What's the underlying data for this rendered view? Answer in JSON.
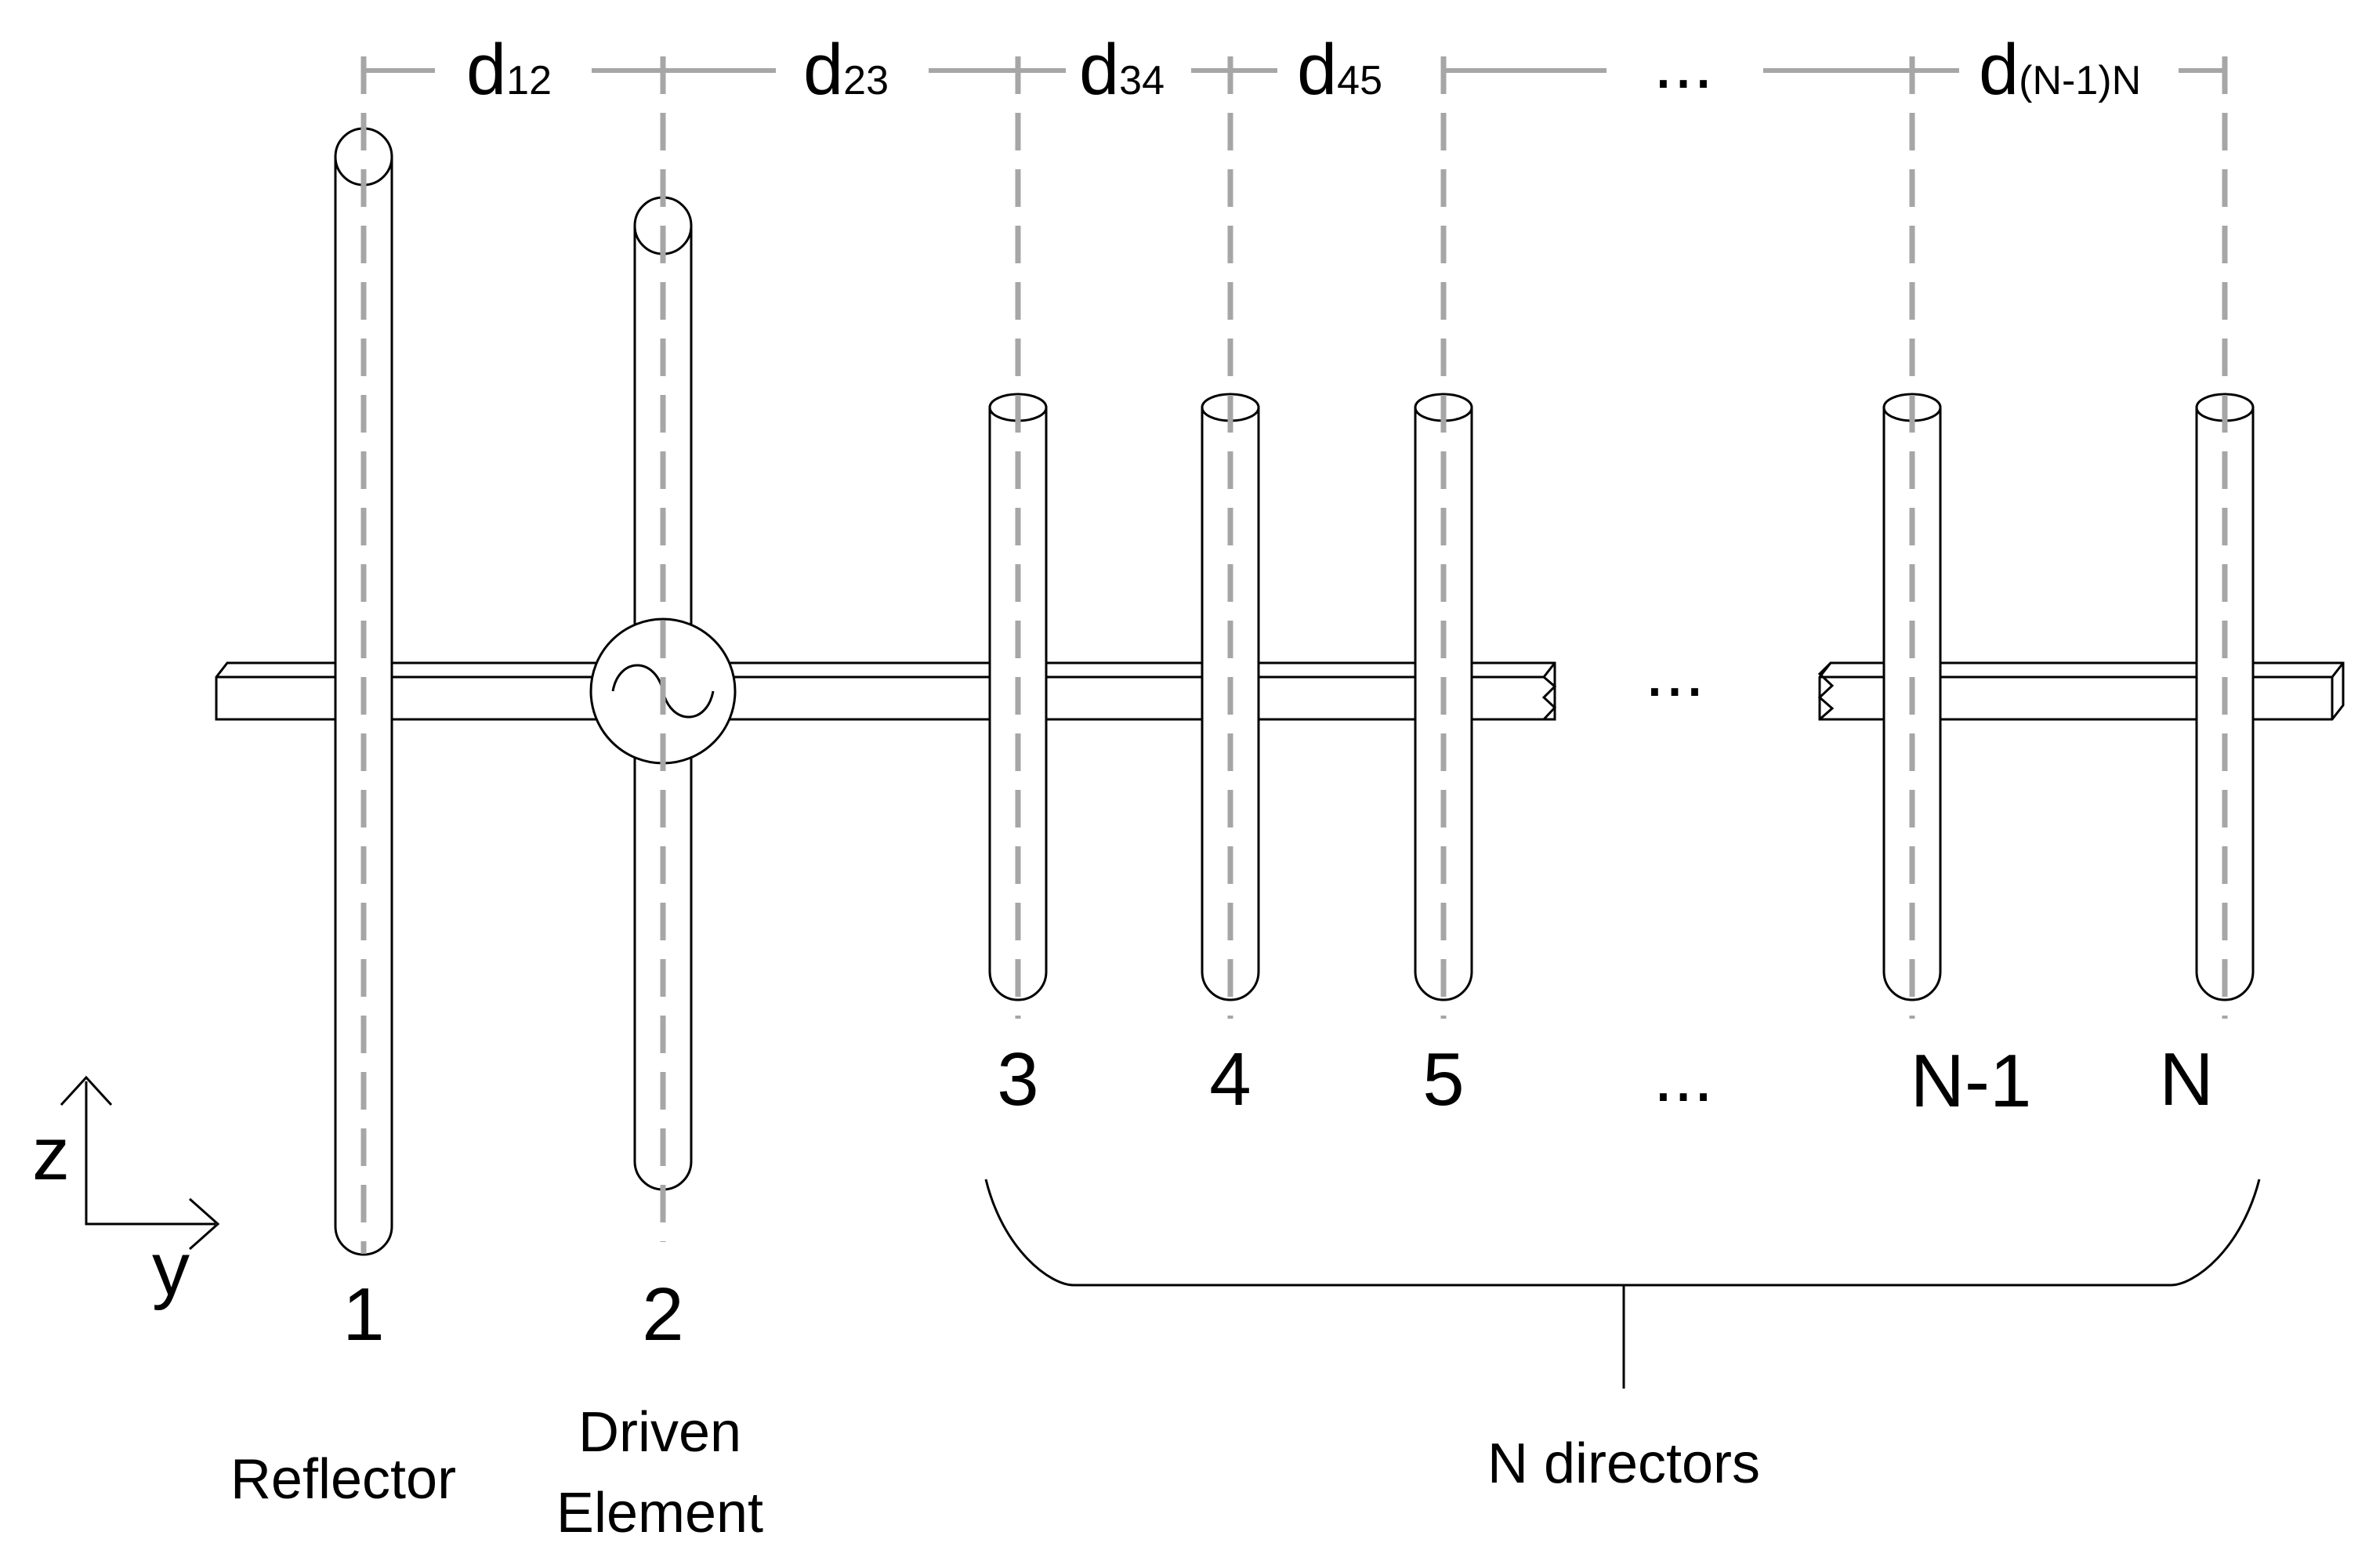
{
  "elements": [
    {
      "number": "1"
    },
    {
      "number": "2"
    },
    {
      "number": "3"
    },
    {
      "number": "4"
    },
    {
      "number": "5"
    },
    {
      "number": "N-1"
    },
    {
      "number": "N"
    }
  ],
  "element_ellipsis": "...",
  "boom_ellipsis": "...",
  "spacings": [
    {
      "main": "d",
      "sub": "12"
    },
    {
      "main": "d",
      "sub": "23"
    },
    {
      "main": "d",
      "sub": "34"
    },
    {
      "main": "d",
      "sub": "45"
    },
    {
      "main": "d",
      "sub": "(N-1)N"
    }
  ],
  "spacing_ellipsis": "...",
  "captions": {
    "reflector": "Reflector",
    "driven_line1": "Driven",
    "driven_line2": "Element",
    "directors": "N directors"
  },
  "axes": {
    "vertical": "z",
    "horizontal": "y"
  },
  "colors": {
    "guide": "#a6a6a6",
    "ink": "#000000"
  }
}
